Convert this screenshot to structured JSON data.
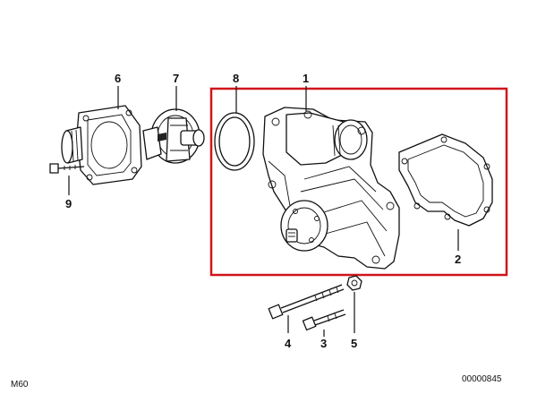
{
  "callouts": [
    {
      "id": "1",
      "label": "1"
    },
    {
      "id": "2",
      "label": "2"
    },
    {
      "id": "3",
      "label": "3"
    },
    {
      "id": "4",
      "label": "4"
    },
    {
      "id": "5",
      "label": "5"
    },
    {
      "id": "6",
      "label": "6"
    },
    {
      "id": "7",
      "label": "7"
    },
    {
      "id": "8",
      "label": "8"
    },
    {
      "id": "9",
      "label": "9"
    }
  ],
  "highlight_color": "#d0151b",
  "footer": {
    "model": "M60",
    "diagram_code": "00000845"
  }
}
